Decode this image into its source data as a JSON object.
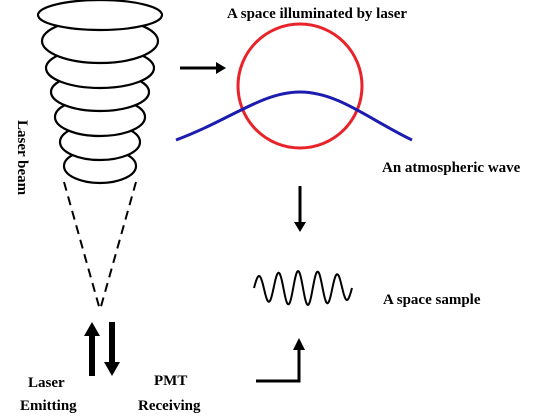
{
  "labels": {
    "space_illuminated": "A space illuminated by laser",
    "atmospheric_wave": "An atmospheric wave",
    "space_sample": "A space sample",
    "laser_beam": "Laser beam",
    "laser": "Laser",
    "emitting": "Emitting",
    "pmt": "PMT",
    "receiving": "Receiving"
  },
  "colors": {
    "circle": "#e8232a",
    "wave": "#1c1cb0",
    "ink": "#000000"
  }
}
